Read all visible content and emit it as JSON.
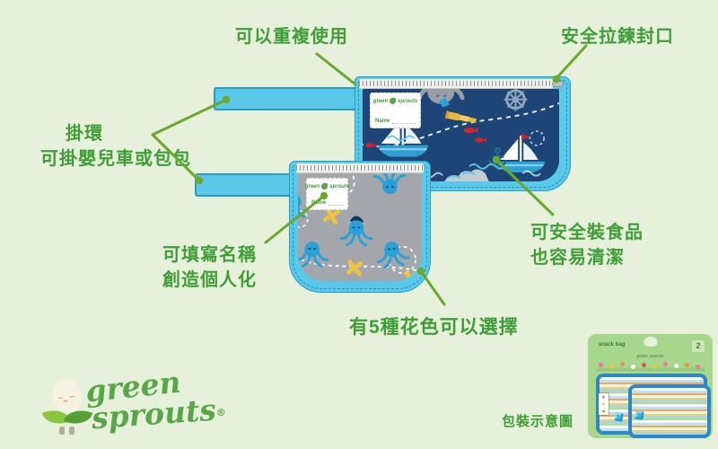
{
  "page": {
    "background": "#e7f0da"
  },
  "annotations": {
    "reusable": "可以重複使用",
    "zipper_seal": "安全拉鍊封口",
    "hang_loop_title": "掛環",
    "hang_loop_desc": "可掛嬰兒車或包包",
    "personalize_line1": "可填寫名稱",
    "personalize_line2": "創造個人化",
    "food_safe_line1": "可安全裝食品",
    "food_safe_line2": "也容易清潔",
    "patterns_choice": "有5種花色可以選擇",
    "packaging_caption": "包裝示意圖"
  },
  "logo": {
    "word1": "green",
    "word2": "sprouts",
    "registered": "®"
  },
  "name_label": {
    "brand_left": "green",
    "brand_right": "sprouts",
    "field": "Name"
  },
  "packaging": {
    "title": "snack bag",
    "brand": "green sprouts",
    "count_badge": "2"
  },
  "colors": {
    "annotation_text": "#3f9e37",
    "pointer_line": "#6aa92e",
    "trim_blue": "#59c8e9",
    "trim_border_blue": "#2a9cc4",
    "navy_fabric": "#1e4577",
    "gray_fabric": "#a3a7ab",
    "octopus_blue": "#2aa0d8",
    "logo_green": "#57a748",
    "packaging_card_green": "#a6d78c"
  }
}
